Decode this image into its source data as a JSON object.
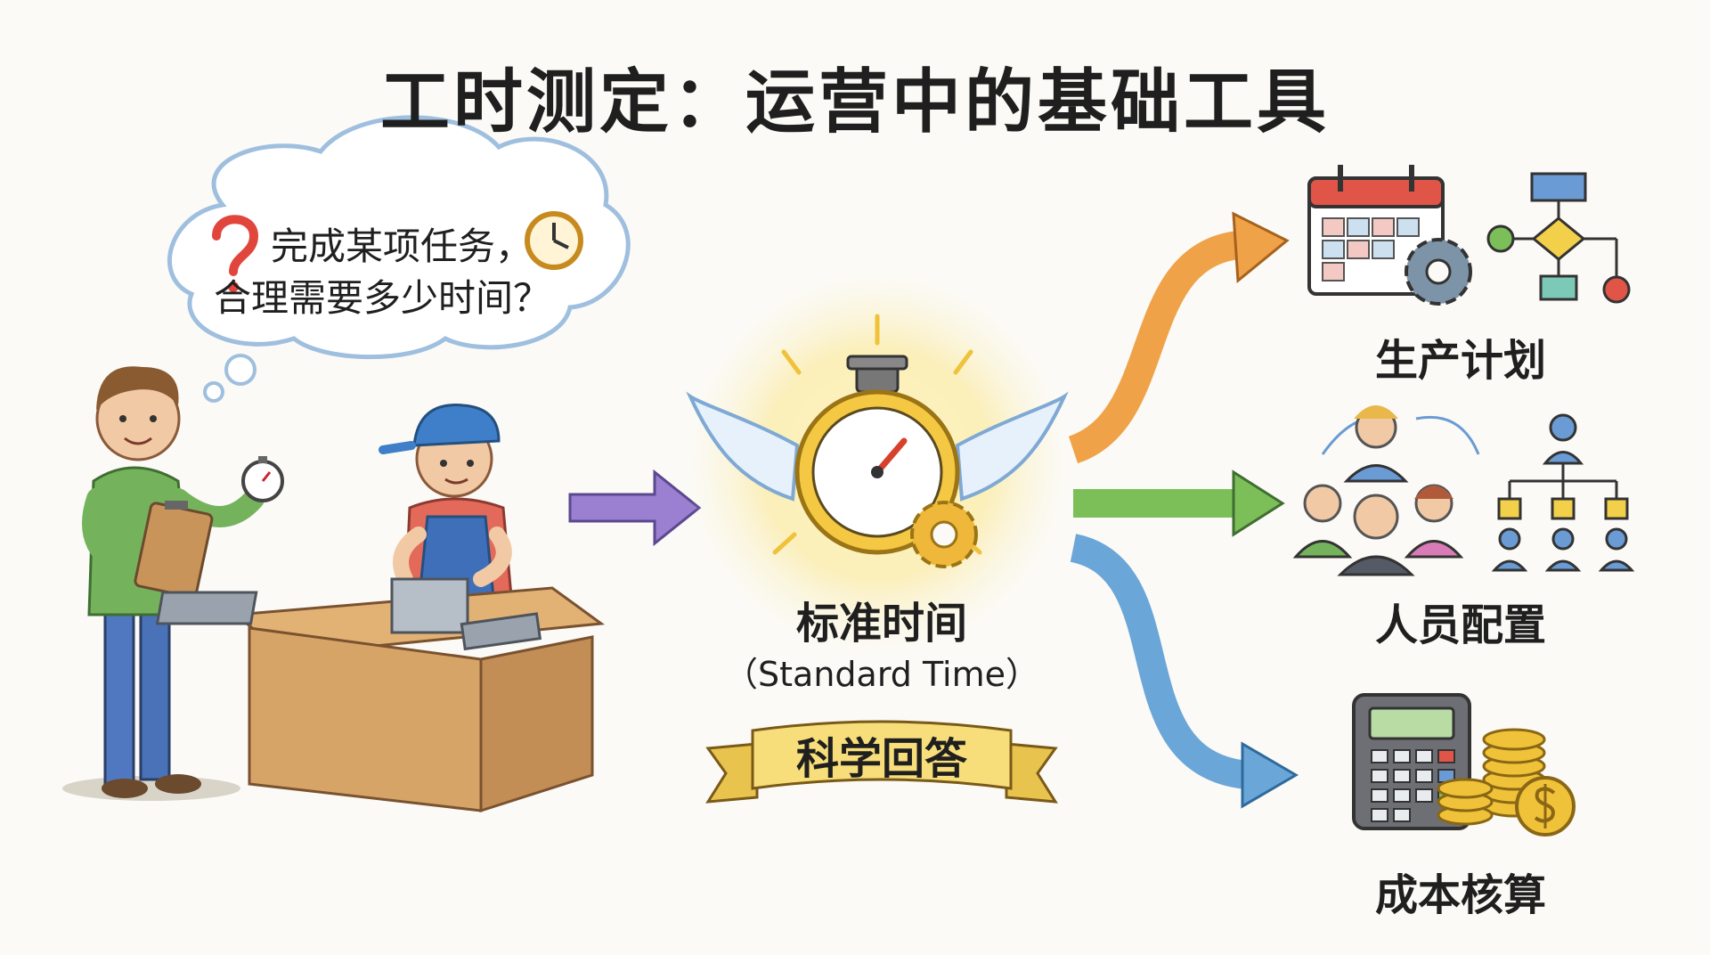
{
  "title": "工时测定：运营中的基础工具",
  "thought_bubble": {
    "line1": "完成某项任务，",
    "line2": "合理需要多少时间？"
  },
  "center": {
    "label": "标准时间",
    "sublabel": "（Standard Time）",
    "banner": "科学回答"
  },
  "outputs": [
    {
      "label": "生产计划"
    },
    {
      "label": "人员配置"
    },
    {
      "label": "成本核算"
    }
  ],
  "colors": {
    "arrow_in": "#9b7fd0",
    "arrow_top": "#f0a248",
    "arrow_mid": "#7cbf58",
    "arrow_bottom": "#6aa6d8",
    "gold": "#f0c23a",
    "banner": "#f7de7a"
  },
  "icons": [
    "question-mark-icon",
    "clock-icon",
    "stopwatch-wings-icon",
    "gear-icon",
    "calendar-icon",
    "flowchart-icon",
    "people-icon",
    "org-chart-icon",
    "calculator-icon",
    "coins-icon"
  ]
}
